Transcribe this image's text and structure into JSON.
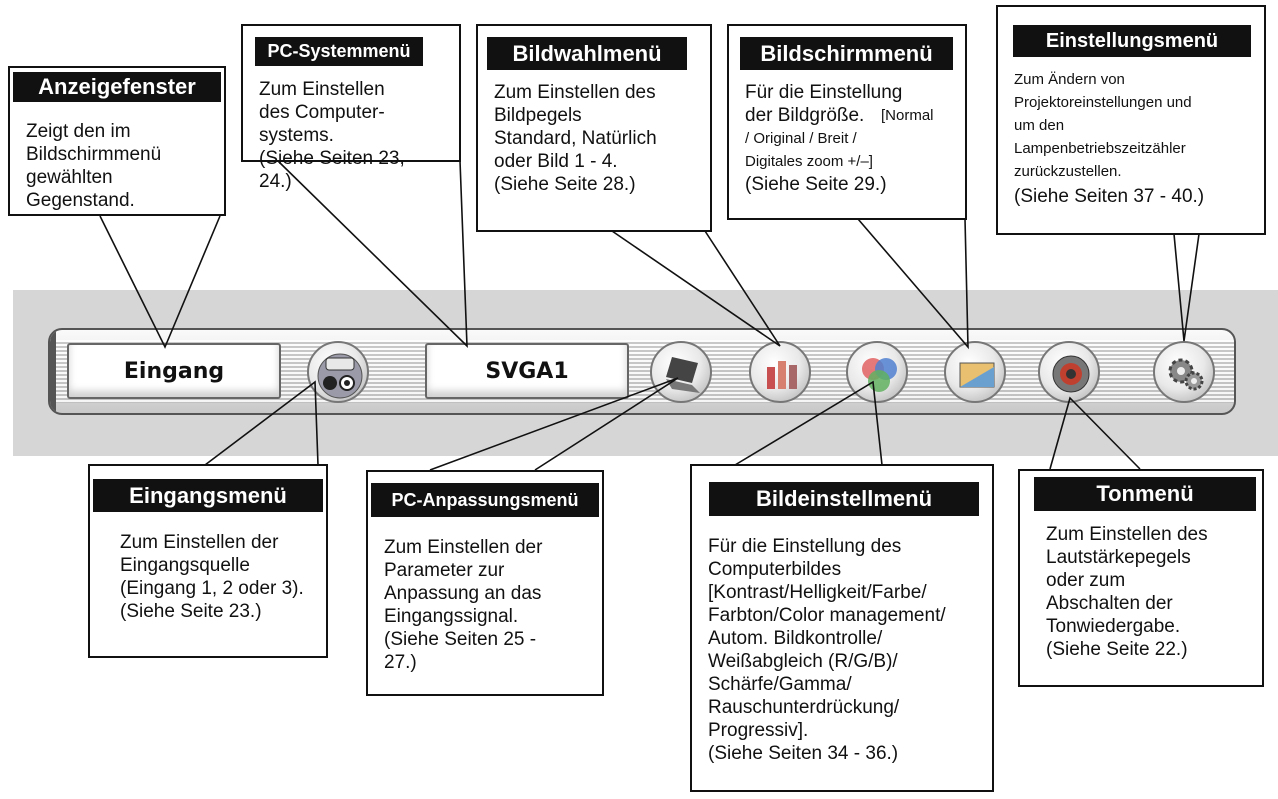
{
  "menubar": {
    "input_field": "Eingang",
    "system_field": "SVGA1",
    "icons": [
      "input-menu-icon",
      "laptop-icon",
      "bar-chart-icon",
      "color-circles-icon",
      "screen-icon",
      "speaker-icon",
      "gears-icon"
    ]
  },
  "callouts": {
    "anzeigefenster": {
      "title": "Anzeigefenster",
      "text": "Zeigt den im\nBildschirmmenü\ngewählten\nGegenstand."
    },
    "pc_systemmenu": {
      "title": "PC-Systemmenü",
      "text": "Zum Einstellen\ndes Computer-\nsystems.\n(Siehe Seiten 23,\n24.)"
    },
    "bildwahlmenu": {
      "title": "Bildwahlmenü",
      "text": "Zum Einstellen des\nBildpegels\nStandard, Natürlich\noder Bild 1 - 4.\n(Siehe Seite 28.)"
    },
    "bildschirmmenu": {
      "title": "Bildschirmmenü",
      "text_a": "Für die Einstellung\nder Bildgröße.",
      "text_b": "[Normal\n/ Original / Breit /\nDigitales zoom +/–]",
      "text_c": "(Siehe Seite 29.)"
    },
    "einstellungsmenu": {
      "title": "Einstellungsmenü",
      "text": "Zum Ändern von\nProjektoreinstellungen und\num den\nLampenbetriebszeitzähler\nzurückzustellen.",
      "ref": "(Siehe Seiten 37 - 40.)"
    },
    "eingangsmenu": {
      "title": "Eingangsmenü",
      "text": "Zum Einstellen der\nEingangsquelle\n(Eingang 1, 2 oder 3).\n(Siehe Seite 23.)"
    },
    "pc_anpassungsmenu": {
      "title": "PC-Anpassungsmenü",
      "text": "Zum Einstellen der\nParameter zur\nAnpassung an das\nEingangssignal.\n(Siehe Seiten 25 -\n27.)"
    },
    "bildeinstellmenu": {
      "title": "Bildeinstellmenü",
      "text": "Für die Einstellung des\nComputerbildes\n[Kontrast/Helligkeit/Farbe/\nFarbton/Color management/\nAutom. Bildkontrolle/\nWeißabgleich (R/G/B)/\nSchärfe/Gamma/\nRauschunterdrückung/\nProgressiv].\n(Siehe Seiten 34 - 36.)"
    },
    "tonmenu": {
      "title": "Tonmenü",
      "text": "Zum Einstellen des\nLautstärkepegels\noder zum\nAbschalten der\nTonwiedergabe.\n(Siehe Seite 22.)"
    }
  },
  "colors": {
    "band": "#d6d6d6",
    "header": "#111111",
    "line": "#111111"
  }
}
